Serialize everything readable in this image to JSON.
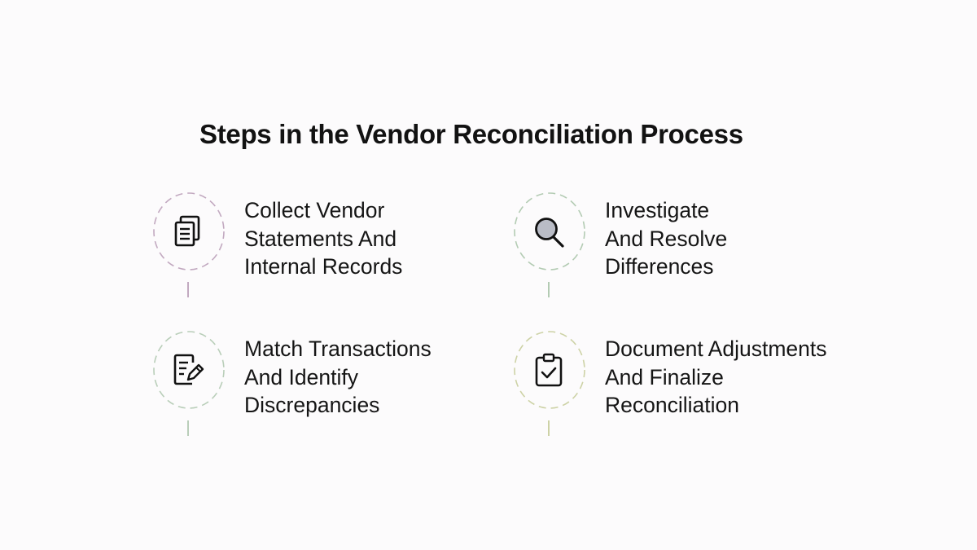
{
  "title": "Steps in the Vendor Reconciliation Process",
  "steps": [
    {
      "id": "collect",
      "icon": "documents-icon",
      "accent": "#c2a9c0",
      "lines": [
        "Collect Vendor",
        "Statements And",
        "Internal Records"
      ]
    },
    {
      "id": "investigate",
      "icon": "magnifier-icon",
      "accent": "#b3cbb3",
      "lines": [
        "Investigate",
        "And Resolve",
        "Differences"
      ]
    },
    {
      "id": "match",
      "icon": "edit-document-icon",
      "accent": "#b9ceb9",
      "lines": [
        "Match Transactions",
        "And Identify",
        "Discrepancies"
      ]
    },
    {
      "id": "finalize",
      "icon": "clipboard-check-icon",
      "accent": "#cdd2a6",
      "lines": [
        "Document Adjustments",
        "And Finalize",
        "Reconciliation"
      ]
    }
  ]
}
